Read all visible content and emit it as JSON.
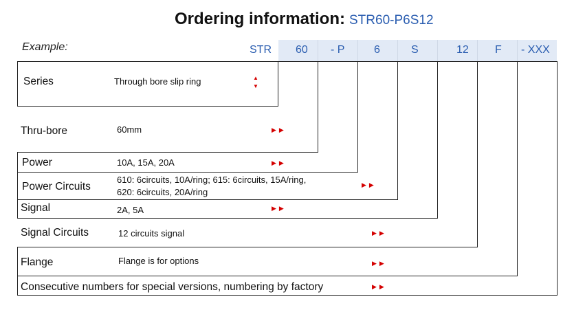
{
  "title": {
    "main": "Ordering information:",
    "code": "STR60-P6S12"
  },
  "example_label": "Example:",
  "header_codes": [
    "STR",
    "60",
    "- P",
    "6",
    "S",
    "12",
    "F",
    "- XXX"
  ],
  "icons": {
    "arrow": "double-right-triangle-icon",
    "updown": "up-down-triangle-icon",
    "color": "#d40000"
  },
  "rows": [
    {
      "label": "Series",
      "desc": "Through bore slip ring"
    },
    {
      "label": "Thru-bore",
      "desc": "60mm"
    },
    {
      "label": "Power",
      "desc": "10A, 15A, 20A"
    },
    {
      "label": "Power Circuits",
      "desc_line1": "610: 6circuits, 10A/ring; 615: 6circuits, 15A/ring,",
      "desc_line2": "620: 6circuits, 20A/ring"
    },
    {
      "label": "Signal",
      "desc": "2A, 5A"
    },
    {
      "label": "Signal Circuits",
      "desc": "12 circuits signal"
    },
    {
      "label": "Flange",
      "desc": "Flange is for options"
    },
    {
      "label": "Consecutive numbers for special versions, numbering by factory"
    }
  ]
}
